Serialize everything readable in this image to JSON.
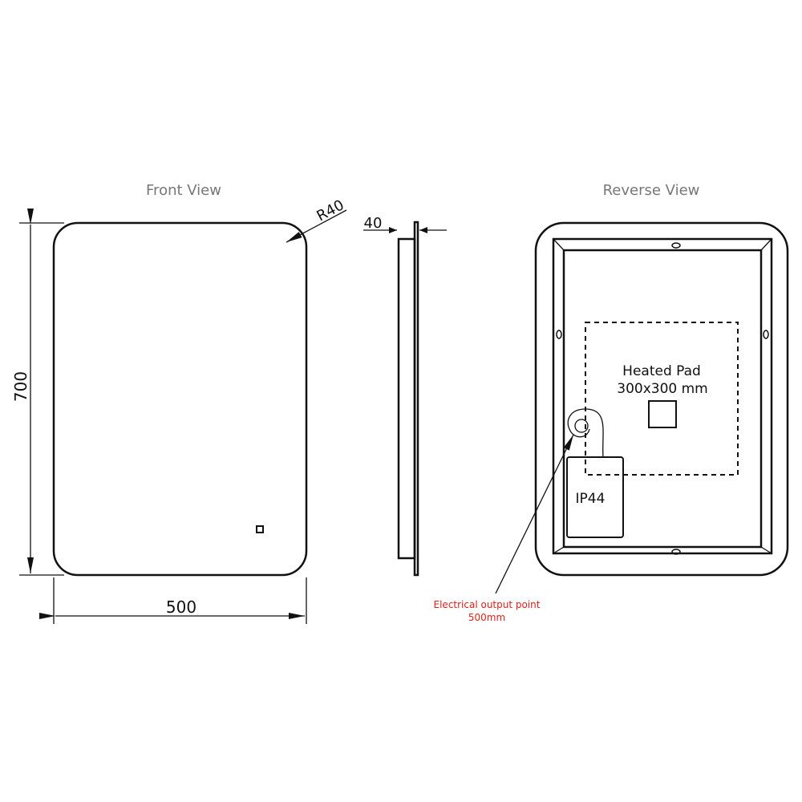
{
  "front_view": {
    "title": "Front View",
    "height_label": "700",
    "width_label": "500",
    "radius_label": "R40"
  },
  "side_view": {
    "depth_label": "40"
  },
  "reverse_view": {
    "title": "Reverse View",
    "heated_pad_label": "Heated Pad",
    "heated_pad_size": "300x300 mm",
    "ip_rating": "IP44",
    "electrical_note_line1": "Electrical output point",
    "electrical_note_line2": "500mm"
  },
  "colors": {
    "title_gray": "#777777",
    "note_red": "#e0201b"
  }
}
